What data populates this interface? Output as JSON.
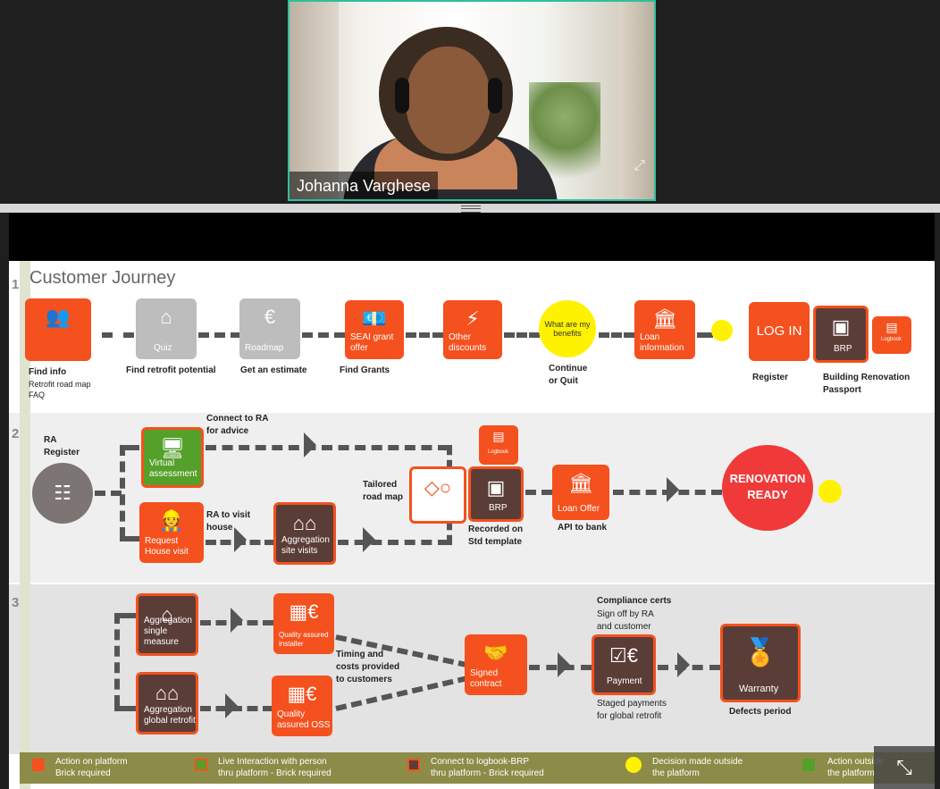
{
  "video": {
    "participant_name": "Johanna Varghese",
    "border_color": "#2fbf9c"
  },
  "slide": {
    "title": "Customer Journey",
    "row_numbers": [
      "1",
      "2",
      "3"
    ],
    "colors": {
      "action": "#f4511e",
      "live": "#55a02a",
      "logbook": "#5b3d38",
      "decision": "#fff200"
    },
    "row1": {
      "boxes": [
        {
          "id": "find-info",
          "label": ""
        },
        {
          "id": "quiz",
          "label": "Quiz"
        },
        {
          "id": "roadmap",
          "label": "Roadmap"
        },
        {
          "id": "seai",
          "label": "SEAI grant offer"
        },
        {
          "id": "discounts",
          "label": "Other discounts"
        },
        {
          "id": "benefits",
          "label": "What are my benefits"
        },
        {
          "id": "loan",
          "label": "Loan information"
        },
        {
          "id": "login",
          "label": "LOG IN"
        },
        {
          "id": "brp",
          "label": "BRP"
        },
        {
          "id": "logbook",
          "label": "Logbook"
        }
      ],
      "captions": {
        "find_info": "Find info",
        "find_info_sub1": "Retrofit road map",
        "find_info_sub2": "FAQ",
        "potential": "Find retrofit potential",
        "estimate": "Get an estimate",
        "grants": "Find Grants",
        "continue": "Continue",
        "quit": "or Quit",
        "register": "Register",
        "brp1": "Building Renovation",
        "brp2": "Passport"
      }
    },
    "row2": {
      "ra_register1": "RA",
      "ra_register2": "Register",
      "connect1": "Connect to RA",
      "connect2": "for advice",
      "virtual": "Virtual assessment",
      "visit1": "RA to visit",
      "visit2": "house",
      "request": "Request House visit",
      "aggregation": "Aggregation site visits",
      "tailored1": "Tailored",
      "tailored2": "road map",
      "logbook": "Logbook",
      "brp": "BRP",
      "recorded1": "Recorded on",
      "recorded2": "Std template",
      "loan_offer": "Loan Offer",
      "api": "API to bank",
      "ready1": "RENOVATION",
      "ready2": "READY"
    },
    "row3": {
      "agg_single": "Aggregation single measure",
      "agg_global": "Aggregation global retrofit",
      "qa_installer": "Quality assured installer",
      "qa_oss": "Quality assured OSS",
      "timing1": "Timing and",
      "timing2": "costs provided",
      "timing3": "to customers",
      "signed": "Signed contract",
      "compliance": "Compliance certs",
      "signoff1": "Sign off by RA",
      "signoff2": "and customer",
      "payment": "Payment",
      "staged1": "Staged payments",
      "staged2": "for global retrofit",
      "warranty": "Warranty",
      "defects": "Defects period"
    },
    "legend": [
      {
        "line1": "Action on platform",
        "line2": "Brick required"
      },
      {
        "line1": "Live Interaction with person",
        "line2": "thru platform - Brick required"
      },
      {
        "line1": "Connect to logbook-BRP",
        "line2": "thru platform - Brick required"
      },
      {
        "line1": "Decision made outside",
        "line2": "the platform"
      },
      {
        "line1": "Action outside",
        "line2": "the platform"
      }
    ]
  }
}
